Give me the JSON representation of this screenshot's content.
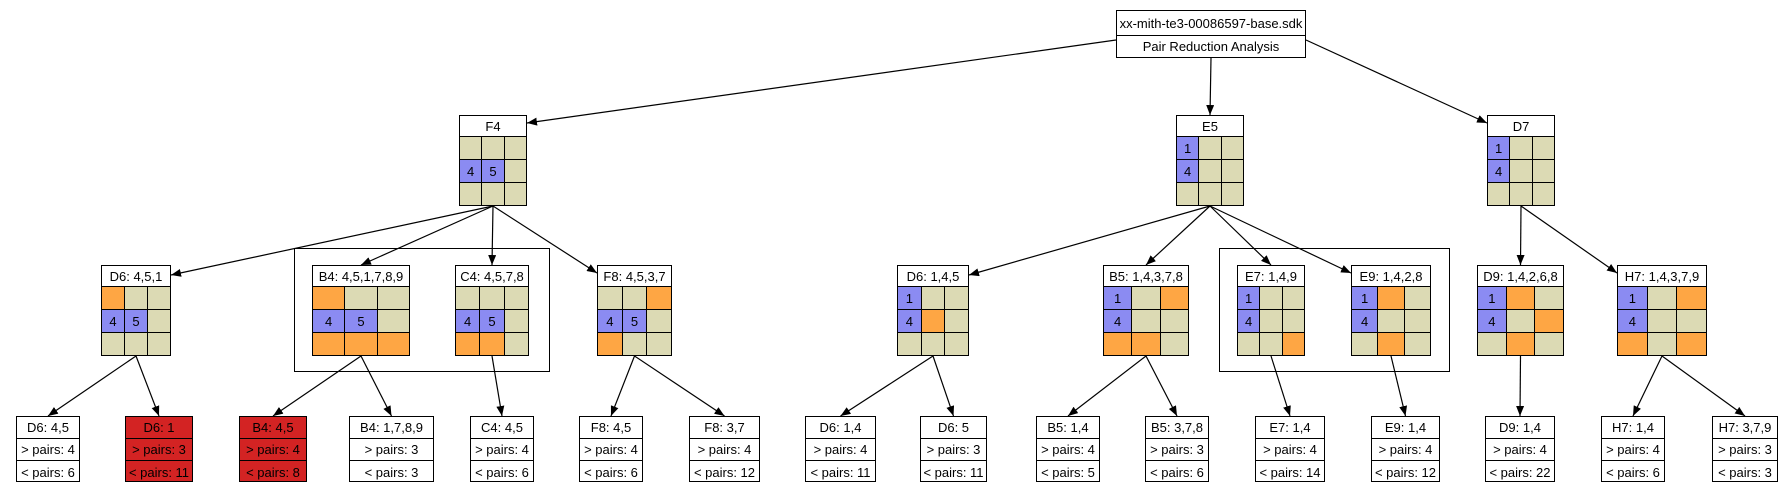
{
  "colors": {
    "blue": "#8b8bf2",
    "orange": "#fea644",
    "beige": "#dcdab4",
    "red": "#d32323",
    "white": "#ffffff",
    "line": "#000000"
  },
  "root": {
    "title": "xx-mith-te3-00086597-base.sdk",
    "subtitle": "Pair Reduction Analysis"
  },
  "nodes": [
    {
      "id": "f4",
      "label": "F4",
      "cells": [
        "e",
        "e",
        "e",
        "b",
        "b",
        "e",
        "e",
        "e",
        "e"
      ],
      "text": [
        "",
        "",
        "",
        "4",
        "5",
        "",
        "",
        "",
        ""
      ]
    },
    {
      "id": "e5",
      "label": "E5",
      "cells": [
        "b",
        "e",
        "e",
        "b",
        "e",
        "e",
        "e",
        "e",
        "e"
      ],
      "text": [
        "1",
        "",
        "",
        "4",
        "",
        "",
        "",
        "",
        ""
      ]
    },
    {
      "id": "d7",
      "label": "D7",
      "cells": [
        "b",
        "e",
        "e",
        "b",
        "e",
        "e",
        "e",
        "e",
        "e"
      ],
      "text": [
        "1",
        "",
        "",
        "4",
        "",
        "",
        "",
        "",
        ""
      ]
    },
    {
      "id": "f4-d6",
      "label": "D6: 4,5,1",
      "cells": [
        "o",
        "e",
        "e",
        "b",
        "b",
        "e",
        "e",
        "e",
        "e"
      ],
      "text": [
        "",
        "",
        "",
        "4",
        "5",
        "",
        "",
        "",
        ""
      ]
    },
    {
      "id": "f4-b4",
      "label": "B4: 4,5,1,7,8,9",
      "cells": [
        "o",
        "e",
        "e",
        "b",
        "b",
        "e",
        "o",
        "o",
        "o"
      ],
      "text": [
        "",
        "",
        "",
        "4",
        "5",
        "",
        "",
        "",
        ""
      ]
    },
    {
      "id": "f4-c4",
      "label": "C4: 4,5,7,8",
      "cells": [
        "e",
        "e",
        "e",
        "b",
        "b",
        "e",
        "o",
        "o",
        "e"
      ],
      "text": [
        "",
        "",
        "",
        "4",
        "5",
        "",
        "",
        "",
        ""
      ]
    },
    {
      "id": "f4-f8",
      "label": "F8: 4,5,3,7",
      "cells": [
        "e",
        "e",
        "o",
        "b",
        "b",
        "e",
        "o",
        "e",
        "e"
      ],
      "text": [
        "",
        "",
        "",
        "4",
        "5",
        "",
        "",
        "",
        ""
      ]
    },
    {
      "id": "e5-d6",
      "label": "D6: 1,4,5",
      "cells": [
        "b",
        "e",
        "e",
        "b",
        "o",
        "e",
        "e",
        "e",
        "e"
      ],
      "text": [
        "1",
        "",
        "",
        "4",
        "",
        "",
        "",
        "",
        ""
      ]
    },
    {
      "id": "e5-b5",
      "label": "B5: 1,4,3,7,8",
      "cells": [
        "b",
        "e",
        "o",
        "b",
        "e",
        "e",
        "o",
        "o",
        "e"
      ],
      "text": [
        "1",
        "",
        "",
        "4",
        "",
        "",
        "",
        "",
        ""
      ]
    },
    {
      "id": "e5-e7",
      "label": "E7: 1,4,9",
      "cells": [
        "b",
        "e",
        "e",
        "b",
        "e",
        "e",
        "e",
        "e",
        "o"
      ],
      "text": [
        "1",
        "",
        "",
        "4",
        "",
        "",
        "",
        "",
        ""
      ]
    },
    {
      "id": "e5-e9",
      "label": "E9: 1,4,2,8",
      "cells": [
        "b",
        "o",
        "e",
        "b",
        "e",
        "e",
        "e",
        "o",
        "e"
      ],
      "text": [
        "1",
        "",
        "",
        "4",
        "",
        "",
        "",
        "",
        ""
      ]
    },
    {
      "id": "d7-d9",
      "label": "D9: 1,4,2,6,8",
      "cells": [
        "b",
        "o",
        "e",
        "b",
        "e",
        "o",
        "e",
        "o",
        "e"
      ],
      "text": [
        "1",
        "",
        "",
        "4",
        "",
        "",
        "",
        "",
        ""
      ]
    },
    {
      "id": "d7-h7",
      "label": "H7: 1,4,3,7,9",
      "cells": [
        "b",
        "e",
        "o",
        "b",
        "e",
        "e",
        "o",
        "e",
        "o"
      ],
      "text": [
        "1",
        "",
        "",
        "4",
        "",
        "",
        "",
        "",
        ""
      ]
    }
  ],
  "leaves": [
    {
      "id": "l1",
      "title": "D6: 4,5",
      "gt": "> pairs: 4",
      "lt": "< pairs: 6",
      "red": false
    },
    {
      "id": "l2",
      "title": "D6: 1",
      "gt": "> pairs: 3",
      "lt": "< pairs: 11",
      "red": true
    },
    {
      "id": "l3",
      "title": "B4: 4,5",
      "gt": "> pairs: 4",
      "lt": "< pairs: 8",
      "red": true
    },
    {
      "id": "l4",
      "title": "B4: 1,7,8,9",
      "gt": "> pairs: 3",
      "lt": "< pairs: 3",
      "red": false
    },
    {
      "id": "l5",
      "title": "C4: 4,5",
      "gt": "> pairs: 4",
      "lt": "< pairs: 6",
      "red": false
    },
    {
      "id": "l6",
      "title": "F8: 4,5",
      "gt": "> pairs: 4",
      "lt": "< pairs: 6",
      "red": false
    },
    {
      "id": "l7",
      "title": "F8: 3,7",
      "gt": "> pairs: 4",
      "lt": "< pairs: 12",
      "red": false
    },
    {
      "id": "l8",
      "title": "D6: 1,4",
      "gt": "> pairs: 4",
      "lt": "< pairs: 11",
      "red": false
    },
    {
      "id": "l9",
      "title": "D6: 5",
      "gt": "> pairs: 3",
      "lt": "< pairs: 11",
      "red": false
    },
    {
      "id": "l10",
      "title": "B5: 1,4",
      "gt": "> pairs: 4",
      "lt": "< pairs: 5",
      "red": false
    },
    {
      "id": "l11",
      "title": "B5: 3,7,8",
      "gt": "> pairs: 3",
      "lt": "< pairs: 6",
      "red": false
    },
    {
      "id": "l12",
      "title": "E7: 1,4",
      "gt": "> pairs: 4",
      "lt": "< pairs: 14",
      "red": false
    },
    {
      "id": "l13",
      "title": "E9: 1,4",
      "gt": "> pairs: 4",
      "lt": "< pairs: 12",
      "red": false
    },
    {
      "id": "l14",
      "title": "D9: 1,4",
      "gt": "> pairs: 4",
      "lt": "< pairs: 22",
      "red": false
    },
    {
      "id": "l15",
      "title": "H7: 1,4",
      "gt": "> pairs: 4",
      "lt": "< pairs: 6",
      "red": false
    },
    {
      "id": "l16",
      "title": "H7: 3,7,9",
      "gt": "> pairs: 3",
      "lt": "< pairs: 3",
      "red": false
    }
  ]
}
